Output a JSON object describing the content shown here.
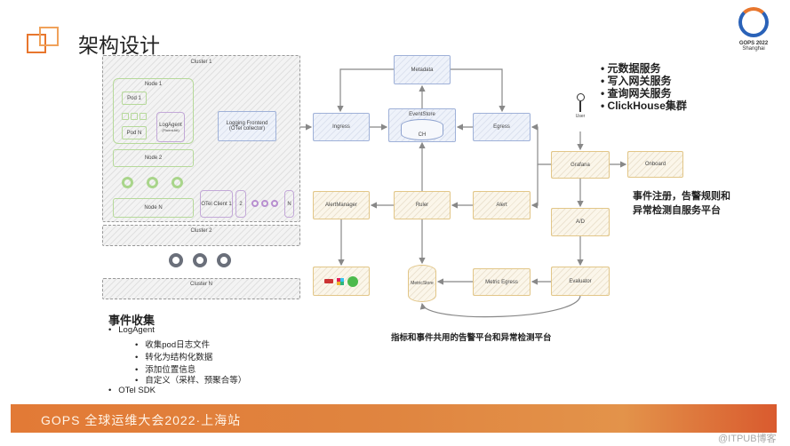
{
  "header": {
    "title": "架构设计",
    "logo_text": "GOPS 2022",
    "logo_city": "Shanghai"
  },
  "diagram": {
    "cluster1": "Cluster 1",
    "node1": "Node 1",
    "pod1": "Pod 1",
    "podn": "Pod N",
    "logagent": "LogAgent",
    "logagent_sub": "(Fluent-bit)",
    "node2": "Node 2",
    "noden": "Node N",
    "frontend": "Logging Frontend",
    "frontend_sub": "(OTel collector)",
    "otel_client": "OTel Client 1",
    "client2": "2",
    "clientn": "N",
    "cluster2": "Cluster 2",
    "clustern": "Cluster N",
    "metadata": "Metadata",
    "ingress": "Ingress",
    "eventstore": "EventStore",
    "ch": "CH",
    "egress": "Egress",
    "user": "User",
    "grafana": "Grafana",
    "onboard": "Onboard",
    "alertmanager": "AlertManager",
    "ruler": "Ruler",
    "alert": "Alert",
    "ad": "A/D",
    "metricstore": "MetricStore",
    "metric_egress": "Metric Egress",
    "evaluator": "Evaluator",
    "caption": "指标和事件共用的告警平台和异常检测平台"
  },
  "services": [
    "元数据服务",
    "写入网关服务",
    "查询网关服务",
    "ClickHouse集群"
  ],
  "event_note": [
    "事件注册，告警规则和",
    "异常检测自服务平台"
  ],
  "collection": {
    "title": "事件收集",
    "items": [
      {
        "label": "LogAgent",
        "sub": [
          "收集pod日志文件",
          "转化为结构化数据",
          "添加位置信息",
          "自定义（采样、预聚合等）"
        ]
      },
      {
        "label": "OTel SDK",
        "sub": []
      }
    ]
  },
  "footer": {
    "text": "GOPS 全球运维大会2022·上海站",
    "watermark": "@ITPUB博客"
  }
}
